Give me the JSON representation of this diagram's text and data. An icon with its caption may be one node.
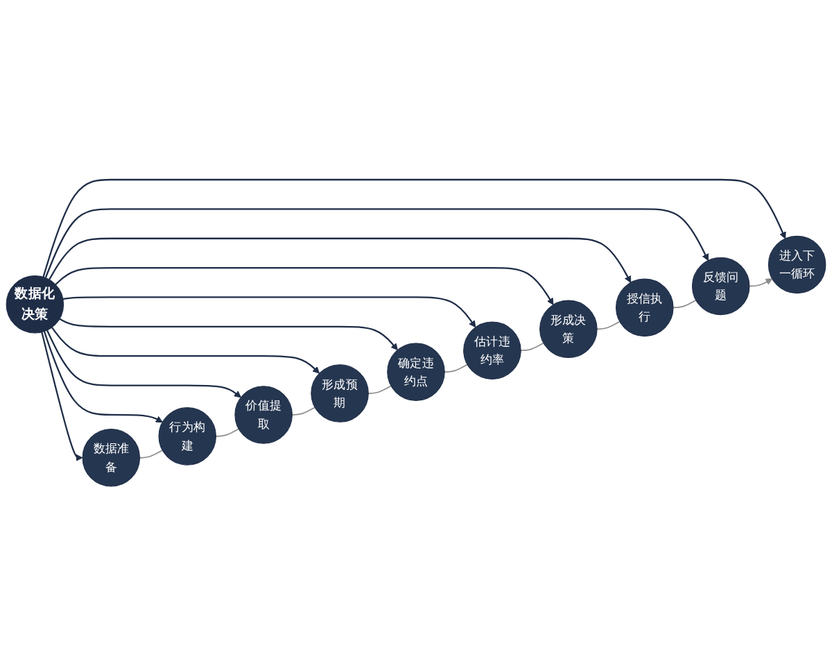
{
  "diagram": {
    "nodes": [
      {
        "text": [
          "数据化决策"
        ]
      },
      {
        "text": [
          "数据准备"
        ]
      },
      {
        "text": [
          "行为构建"
        ]
      },
      {
        "text": [
          "价值提取"
        ]
      },
      {
        "text": [
          "形成预期"
        ]
      },
      {
        "text": [
          "确定违约点"
        ]
      },
      {
        "text": [
          "估计违约率"
        ]
      },
      {
        "text": [
          "形成决策"
        ]
      },
      {
        "text": [
          "授信执行"
        ]
      },
      {
        "text": [
          "反馈问题"
        ]
      },
      {
        "text": [
          "进入下一循环"
        ]
      }
    ],
    "edges": [
      {
        "from": 0,
        "to": 1,
        "arrow": "to"
      },
      {
        "from": 0,
        "to": 2,
        "arrow": "to"
      },
      {
        "from": 0,
        "to": 3,
        "arrow": "to"
      },
      {
        "from": 0,
        "to": 4,
        "arrow": "to"
      },
      {
        "from": 0,
        "to": 5,
        "arrow": "to"
      },
      {
        "from": 0,
        "to": 6,
        "arrow": "to"
      },
      {
        "from": 0,
        "to": 7,
        "arrow": "to"
      },
      {
        "from": 0,
        "to": 8,
        "arrow": "to"
      },
      {
        "from": 0,
        "to": 9,
        "arrow": "to"
      },
      {
        "from": 0,
        "to": 10,
        "arrow": "to"
      },
      {
        "from": 1,
        "to": 2,
        "arrow": "none",
        "color": "#8c8c8c"
      },
      {
        "from": 2,
        "to": 3,
        "arrow": "none",
        "color": "#8c8c8c"
      },
      {
        "from": 3,
        "to": 4,
        "arrow": "none",
        "color": "#8c8c8c"
      },
      {
        "from": 4,
        "to": 5,
        "arrow": "none",
        "color": "#8c8c8c"
      },
      {
        "from": 5,
        "to": 6,
        "arrow": "none",
        "color": "#8c8c8c"
      },
      {
        "from": 6,
        "to": 7,
        "arrow": "none",
        "color": "#8c8c8c"
      },
      {
        "from": 7,
        "to": 8,
        "arrow": "none",
        "color": "#8c8c8c"
      },
      {
        "from": 8,
        "to": 9,
        "arrow": "none",
        "color": "#8c8c8c"
      },
      {
        "from": 9,
        "to": 10,
        "arrow": "to",
        "color": "#8c8c8c"
      }
    ]
  }
}
